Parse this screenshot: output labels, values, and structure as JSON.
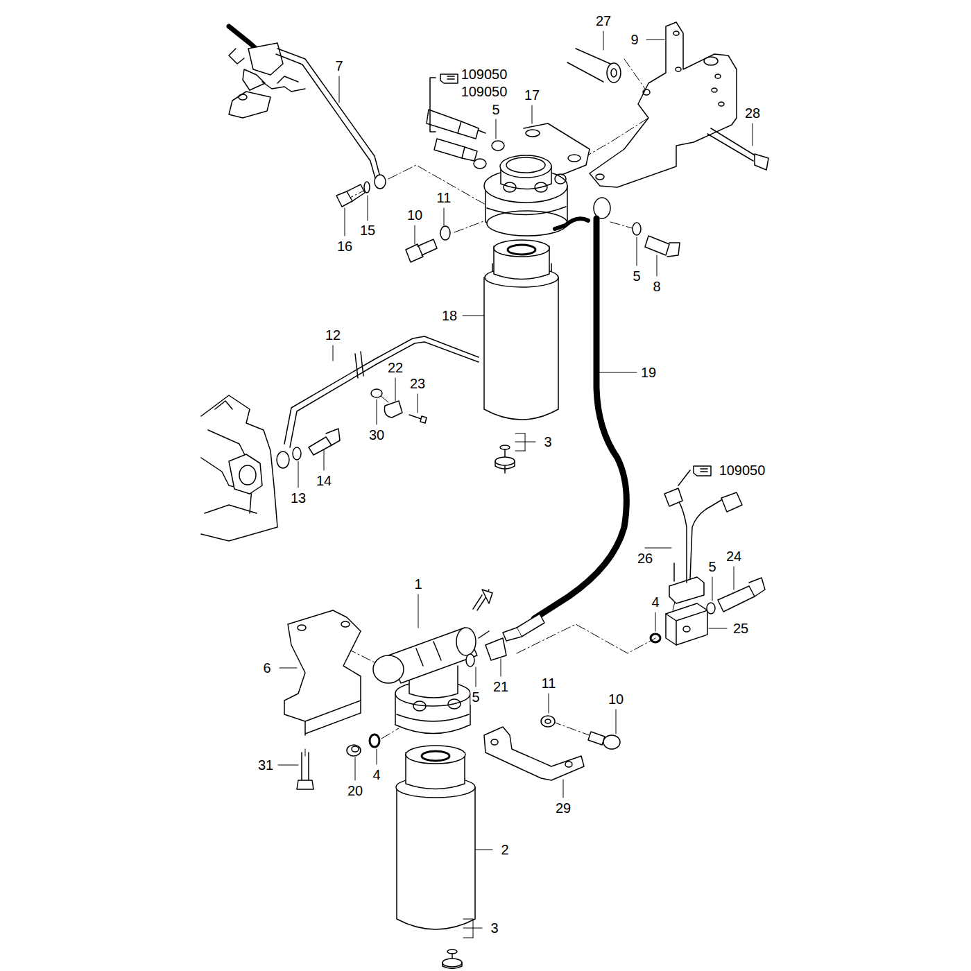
{
  "diagram": {
    "labels": [
      "7",
      "27",
      "9",
      "109050",
      "109050",
      "17",
      "5",
      "28",
      "16",
      "15",
      "10",
      "11",
      "5",
      "8",
      "18",
      "12",
      "22",
      "23",
      "19",
      "3",
      "30",
      "14",
      "13",
      "109050",
      "26",
      "5",
      "24",
      "1",
      "4",
      "25",
      "6",
      "5",
      "21",
      "11",
      "10",
      "31",
      "20",
      "4",
      "29",
      "2",
      "3"
    ]
  }
}
